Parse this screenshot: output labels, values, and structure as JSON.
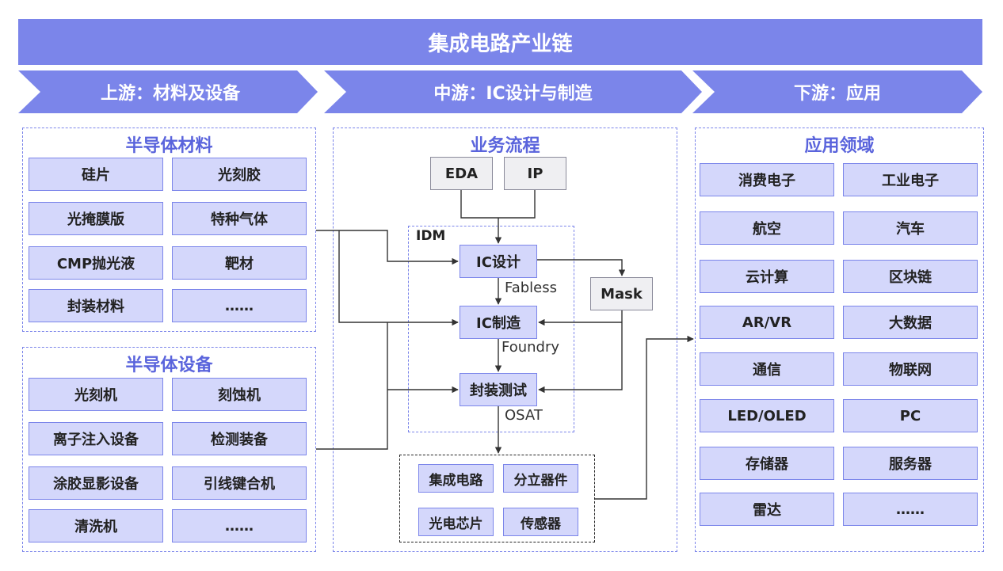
{
  "title": "集成电路产业链",
  "stages": {
    "upstream": "上游：材料及设备",
    "midstream": "中游：IC设计与制造",
    "downstream": "下游：应用"
  },
  "materials": {
    "title": "半导体材料",
    "items": [
      "硅片",
      "光刻胶",
      "光掩膜版",
      "特种气体",
      "CMP抛光液",
      "靶材",
      "封装材料",
      "……"
    ]
  },
  "equipment": {
    "title": "半导体设备",
    "items": [
      "光刻机",
      "刻蚀机",
      "离子注入设备",
      "检测装备",
      "涂胶显影设备",
      "引线键合机",
      "清洗机",
      "……"
    ]
  },
  "process": {
    "title": "业务流程",
    "eda": "EDA",
    "ip": "IP",
    "idm": "IDM",
    "ic_design": "IC设计",
    "fabless": "Fabless",
    "mask": "Mask",
    "ic_mfg": "IC制造",
    "foundry": "Foundry",
    "packaging": "封装测试",
    "osat": "OSAT",
    "products": [
      "集成电路",
      "分立器件",
      "光电芯片",
      "传感器"
    ]
  },
  "applications": {
    "title": "应用领域",
    "items": [
      "消费电子",
      "工业电子",
      "航空",
      "汽车",
      "云计算",
      "区块链",
      "AR/VR",
      "大数据",
      "通信",
      "物联网",
      "LED/OLED",
      "PC",
      "存储器",
      "服务器",
      "雷达",
      "……"
    ]
  },
  "colors": {
    "accent": "#7b85ea",
    "box_fill": "#d4d7fb",
    "title_text": "#5a64dc"
  }
}
